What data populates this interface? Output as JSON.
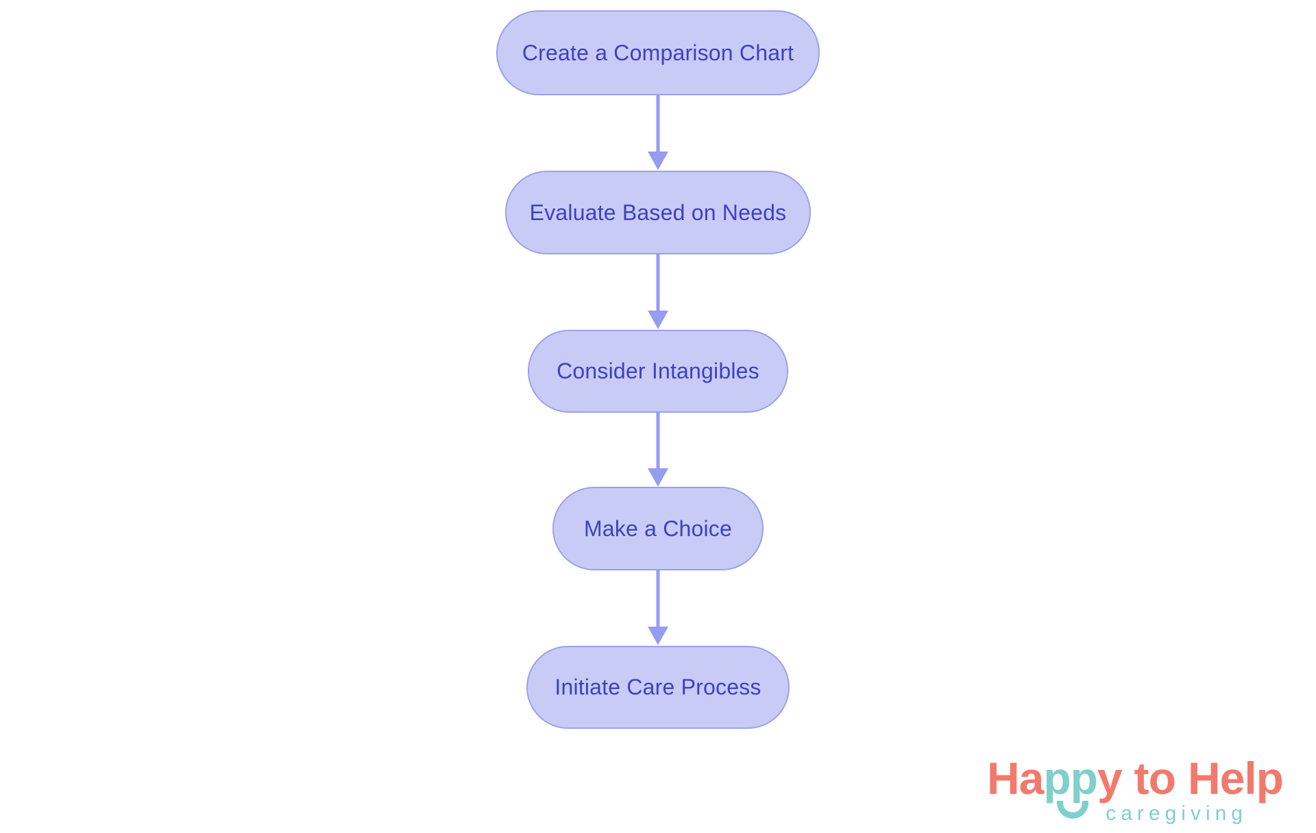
{
  "colors": {
    "background": "#ffffff",
    "node_fill": "#c9cbf7",
    "node_border": "#9aa1e9",
    "node_text": "#3d41c2",
    "arrow": "#969cf0",
    "logo_coral": "#f4786c",
    "logo_teal": "#7fd0ca"
  },
  "flowchart": {
    "type": "vertical-flow",
    "nodes": [
      {
        "label": "Create a Comparison Chart"
      },
      {
        "label": "Evaluate Based on Needs"
      },
      {
        "label": "Consider Intangibles"
      },
      {
        "label": "Make a Choice"
      },
      {
        "label": "Initiate Care Process"
      }
    ],
    "connections": [
      {
        "from": 0,
        "to": 1
      },
      {
        "from": 1,
        "to": 2
      },
      {
        "from": 2,
        "to": 3
      },
      {
        "from": 3,
        "to": 4
      }
    ]
  },
  "logo": {
    "ha": "Ha",
    "pp": "pp",
    "y": "y",
    "to": "to",
    "help": "Help",
    "subtitle": "caregiving"
  }
}
